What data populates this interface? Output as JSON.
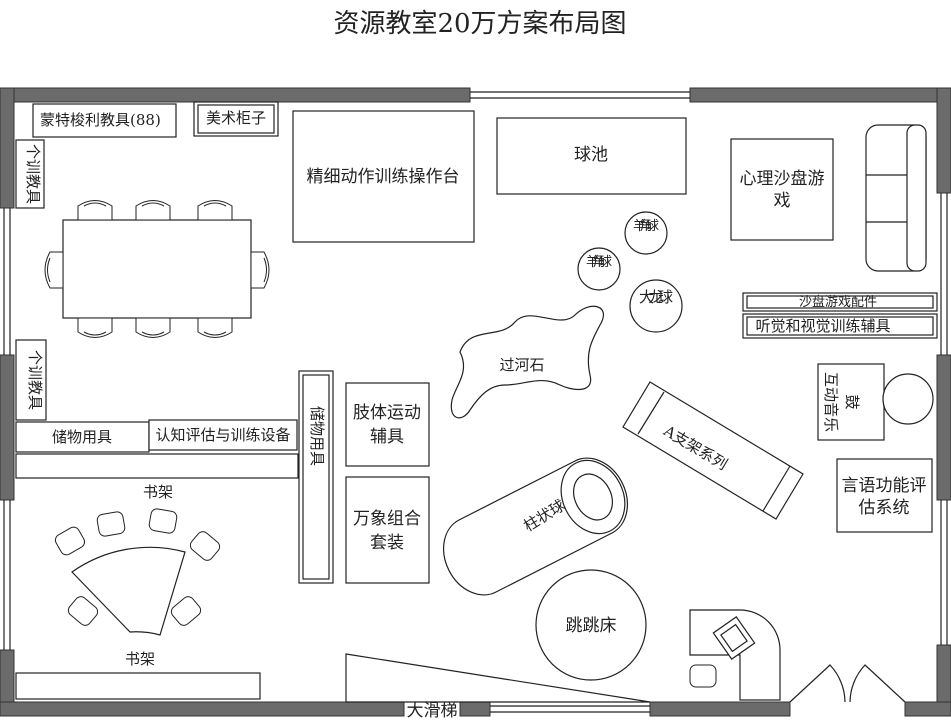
{
  "title": "资源教室20万方案布局图",
  "labels": {
    "montessori": "蒙特梭利教具(88)",
    "art_cabinet": "美术柜子",
    "fine_motor": "精细动作训练操作台",
    "ball_pool": "球池",
    "sandplay_line1": "心理沙盘游",
    "sandplay_line2": "戏",
    "individual_top": "个训教具",
    "individual_mid": "个训教具",
    "horn_ball_1": "羊角球",
    "horn_ball_2": "羊角球",
    "dragon_ball": "大龙球",
    "sand_accessories": "沙盘游戏配件",
    "auditory_visual": "听觉和视觉训练辅具",
    "stepping_stones": "过河石",
    "storage_left": "储物用具",
    "cognitive": "认知评估与训练设备",
    "storage_mid": "储物用具",
    "limb_line1": "肢体运动",
    "limb_line2": "辅具",
    "wanxiang_line1": "万象组合",
    "wanxiang_line2": "套装",
    "a_frame": "A支架系列",
    "interactive_music_line1": "互动音乐",
    "interactive_music_line2": "鼓",
    "speech_line1": "言语功能评",
    "speech_line2": "估系统",
    "cylinder_ball": "柱状球",
    "bookshelf_top": "书架",
    "bookshelf_bottom": "书架",
    "trampoline": "跳跳床",
    "big_slide": "大滑梯"
  }
}
